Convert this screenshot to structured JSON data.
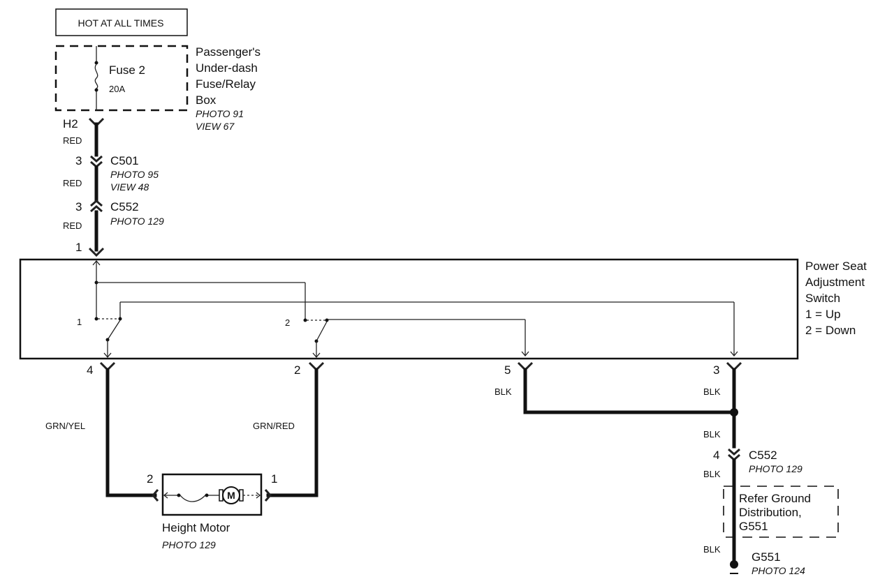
{
  "power": {
    "label": "HOT AT ALL TIMES"
  },
  "fuse_box": {
    "fuse": "Fuse 2",
    "rating": "20A",
    "name_line1": "Passenger's",
    "name_line2": "Under-dash",
    "name_line3": "Fuse/Relay",
    "name_line4": "Box",
    "photo": "PHOTO 91",
    "view": "VIEW 67",
    "terminal": "H2"
  },
  "wires": {
    "red1": "RED",
    "red2": "RED",
    "red3": "RED",
    "grn_yel": "GRN/YEL",
    "grn_red": "GRN/RED",
    "blk1": "BLK",
    "blk2": "BLK",
    "blk3": "BLK",
    "blk4": "BLK",
    "blk5": "BLK"
  },
  "connectors": {
    "c501": {
      "pin": "3",
      "name": "C501",
      "photo": "PHOTO 95",
      "view": "VIEW 48"
    },
    "c552_top": {
      "pin": "3",
      "name": "C552",
      "photo": "PHOTO 129"
    },
    "c552_bottom": {
      "pin": "4",
      "name": "C552",
      "photo": "PHOTO 129"
    }
  },
  "switch": {
    "name_line1": "Power Seat",
    "name_line2": "Adjustment",
    "name_line3": "Switch",
    "legend_up": "1 = Up",
    "legend_down": "2 = Down",
    "pin_in": "1",
    "pin_out_a": "4",
    "pin_out_b": "2",
    "pin_out_c": "5",
    "pin_out_d": "3",
    "pos_a": "1",
    "pos_b": "2"
  },
  "motor": {
    "name": "Height Motor",
    "photo": "PHOTO 129",
    "symbol": "M",
    "pin_left": "2",
    "pin_right": "1"
  },
  "ground": {
    "refer_line1": "Refer Ground",
    "refer_line2": "Distribution,",
    "refer_line3": "G551",
    "name": "G551",
    "photo": "PHOTO 124"
  }
}
